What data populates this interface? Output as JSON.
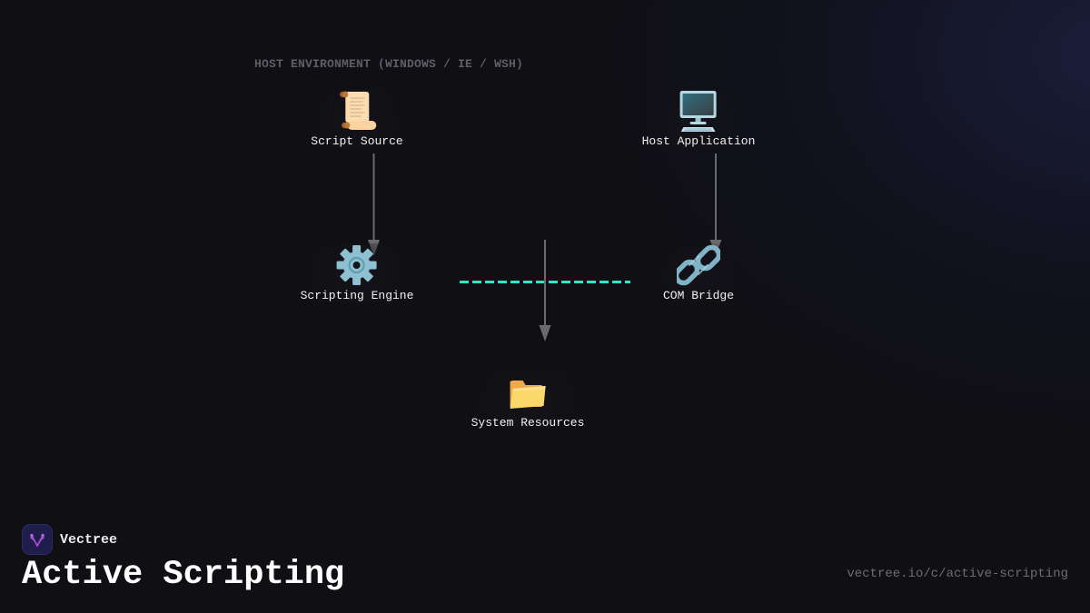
{
  "diagram": {
    "group_label": "HOST ENVIRONMENT (WINDOWS / IE / WSH)",
    "nodes": [
      {
        "id": "script-source",
        "label": "Script Source",
        "icon": "scroll-icon"
      },
      {
        "id": "host-application",
        "label": "Host Application",
        "icon": "desktop-computer-icon"
      },
      {
        "id": "scripting-engine",
        "label": "Scripting Engine",
        "icon": "gear-icon"
      },
      {
        "id": "com-bridge",
        "label": "COM Bridge",
        "icon": "link-icon"
      },
      {
        "id": "system-resources",
        "label": "System Resources",
        "icon": "folder-icon"
      }
    ],
    "edges": [
      {
        "from": "script-source",
        "to": "scripting-engine",
        "style": "solid-arrow"
      },
      {
        "from": "host-application",
        "to": "com-bridge",
        "style": "solid-arrow"
      },
      {
        "from": "scripting-engine",
        "to": "com-bridge",
        "style": "dashed",
        "color": "#2ee6c6"
      },
      {
        "from": "center",
        "to": "system-resources",
        "style": "solid-arrow"
      }
    ],
    "colors": {
      "background": "#0f0f14",
      "arrow": "#6a6a6a",
      "dashed_link": "#2ee6c6",
      "group_label": "#5e5e66"
    }
  },
  "footer": {
    "brand_name": "Vectree",
    "title": "Active Scripting",
    "url": "vectree.io/c/active-scripting"
  }
}
